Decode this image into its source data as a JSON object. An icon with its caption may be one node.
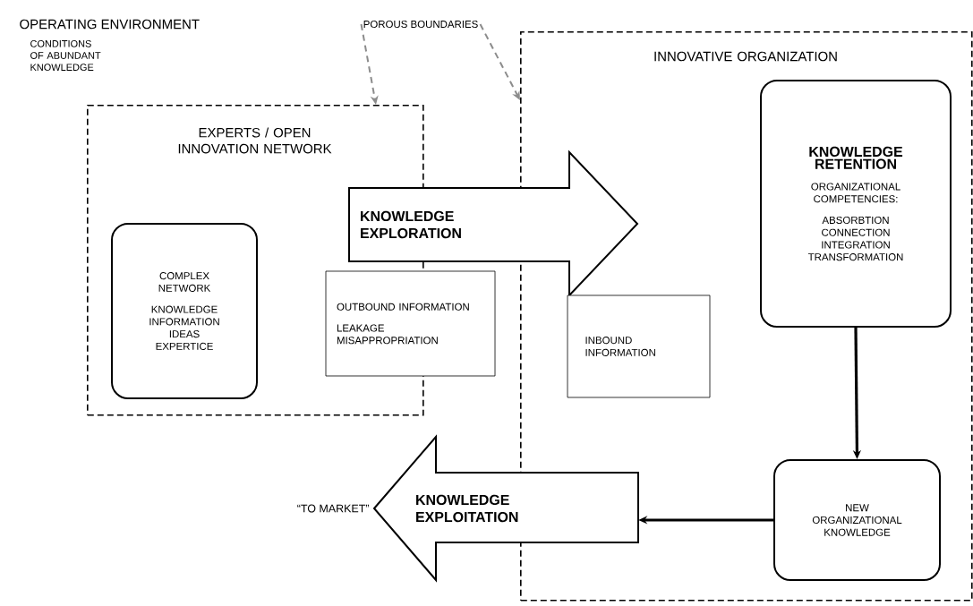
{
  "diagram": {
    "nodes": [
      {
        "text": [
          "EXPERTS / OPEN INNOVATION NETWORK"
        ]
      },
      {
        "text": [
          "COMPLEX NETWORK",
          "KNOWLEDGE INFORMATION IDEAS EXPERTICE"
        ],
        "in": 0
      },
      {
        "text": [
          "INNOVATIVE ORGANIZATION"
        ]
      },
      {
        "text": [
          "KNOWLEDGE EXPLORATION"
        ]
      },
      {
        "text": [
          "OUTBOUND INFORMATION",
          "LEAKAGE MISAPPROPRIATION"
        ]
      },
      {
        "text": [
          "INBOUND INFORMATION"
        ],
        "in": 2
      },
      {
        "text": [
          "KNOWLEDGE RETENTION",
          "ORGANIZATIONAL COMPETENCIES:",
          "ABSORBTION CONNECTION INTEGRATION TRANSFORMATION"
        ],
        "in": 2
      },
      {
        "text": [
          "NEW ORGANIZATIONAL KNOWLEDGE"
        ],
        "in": 2
      },
      {
        "text": [
          "KNOWLEDGE EXPLOITATION"
        ],
        "beside": [
          "“TO MARKET”"
        ]
      },
      {
        "text": [
          "POROUS BOUNDARIES"
        ]
      }
    ],
    "edges": [
      {
        "from": 6,
        "to": 7,
        "arrow": "to"
      },
      {
        "from": 7,
        "to": 8,
        "arrow": "to"
      },
      {
        "from": 9,
        "to": 0,
        "arrow": "to",
        "style": "dashed",
        "color": "#8c8c8c"
      },
      {
        "from": 9,
        "to": 2,
        "arrow": "to",
        "style": "dashed",
        "color": "#8c8c8c"
      }
    ],
    "labels": [
      "OPERATING ENVIRONMENT",
      "CONDITIONS OF ABUNDANT KNOWLEDGE"
    ]
  }
}
